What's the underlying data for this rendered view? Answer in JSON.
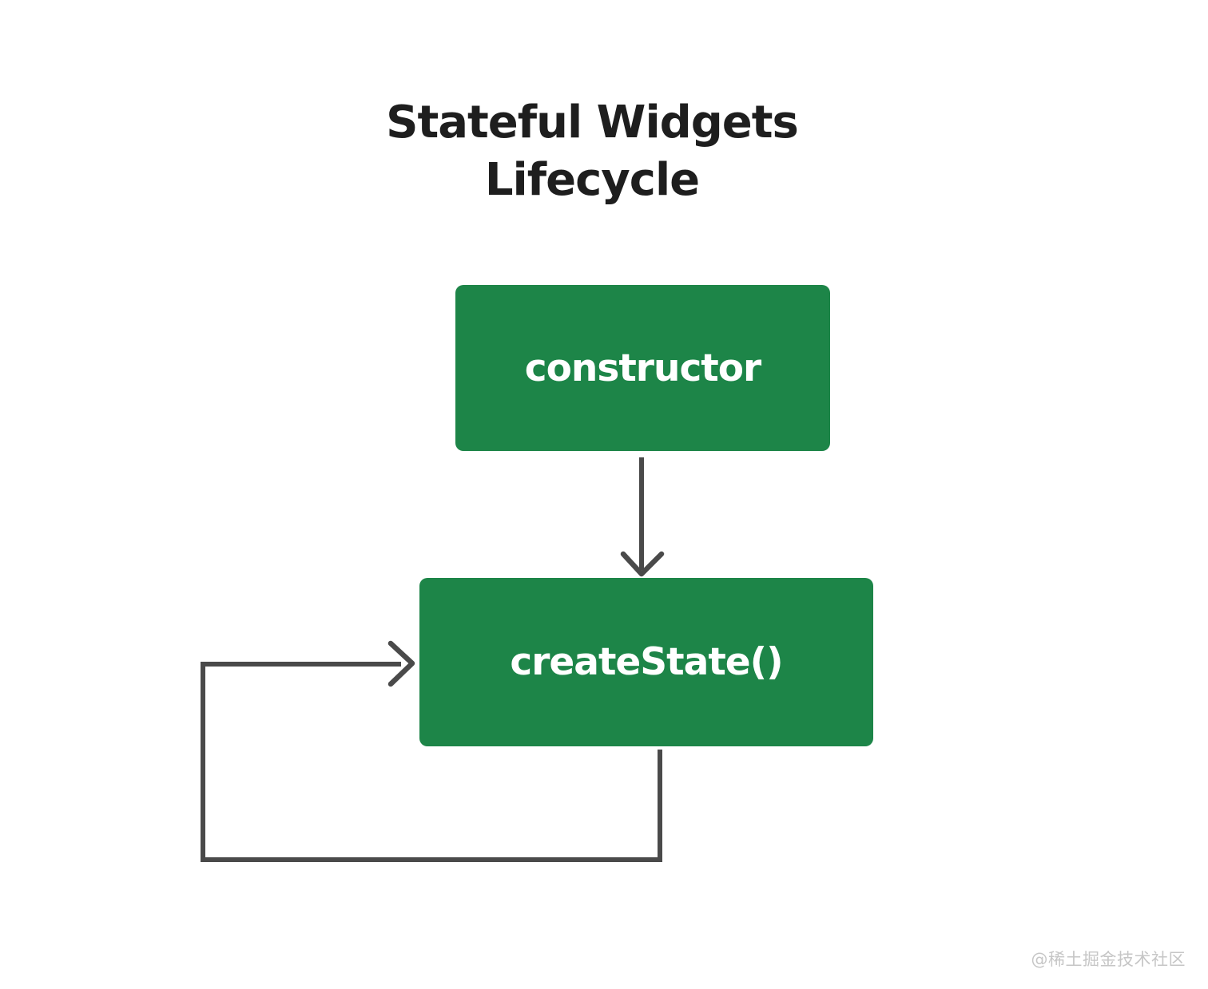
{
  "page": {
    "background_color": "#ffffff",
    "watermark": "@稀土掘金技术社区",
    "watermark_color": "#c6c6c6"
  },
  "diagram": {
    "title_line1": "Stateful Widgets",
    "title_line2": "Lifecycle",
    "title_color": "#1e1e1e",
    "node_color": "#1d8548",
    "node_text_color": "#ffffff",
    "arrow_color": "#4a4a4a",
    "nodes": [
      {
        "id": "constructor",
        "label": "constructor"
      },
      {
        "id": "createState",
        "label": "createState()"
      }
    ],
    "edges": [
      {
        "from": "constructor",
        "to": "createState",
        "style": "straight-down-arrow"
      },
      {
        "from": "createState",
        "to": "createState",
        "style": "self-loop-left-arrow"
      }
    ]
  }
}
